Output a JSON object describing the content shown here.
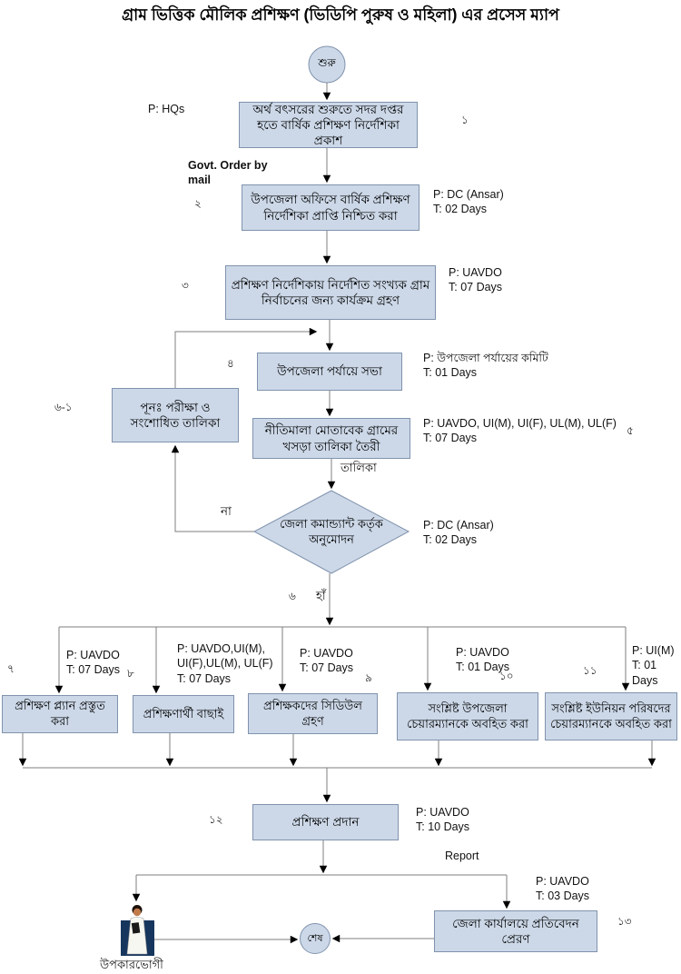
{
  "title": "গ্রাম ভিত্তিক মৌলিক প্রশিক্ষণ (ভিডিপি পুরুষ ও মহিলা) এর প্রসেস ম্যাপ",
  "flow": {
    "start": "শুরু",
    "end": "শেষ",
    "s1": {
      "num": "১",
      "label": "অর্থ বৎসরের শুরুতে সদর দপ্তর হতে বার্ষিক প্রশিক্ষণ নির্দেশিকা প্রকাশ",
      "side": "P: HQs"
    },
    "s2": {
      "num": "২",
      "label": "উপজেলা অফিসে বার্ষিক প্রশিক্ষণ নির্দেশিকা প্রাপ্তি নিশ্চিত করা",
      "side": "P: DC (Ansar)\nT: 02 Days"
    },
    "s3": {
      "num": "৩",
      "label": "প্রশিক্ষণ নির্দেশিকায় নির্দেশিত সংখ্যক গ্রাম নির্বাচনের জন্য কার্যক্রম গ্রহণ",
      "side": "P: UAVDO\nT: 07 Days"
    },
    "s4": {
      "num": "৪",
      "label": "উপজেলা পর্যায়ে  সভা",
      "side": "P: উপজেলা পর্যায়ের কমিটি\nT: 01 Days"
    },
    "s5": {
      "num": "৫",
      "label": "নীতিমালা মোতাবেক গ্রামের খসড়া তালিকা তৈরী",
      "side": "P: UAVDO, UI(M), UI(F), UL(M), UL(F)\nT: 07 Days"
    },
    "s6_1": {
      "num": "৬-১",
      "label": "পূনঃ পরীক্ষা ও সংশোধিত তালিকা"
    },
    "decision": {
      "num": "৬",
      "label": "জেলা কমান্ড্যান্ট কর্তৃক অনুমোদন",
      "side": "P: DC (Ansar)\nT: 02 Days",
      "yes": "হাঁ",
      "no": "না"
    },
    "s7": {
      "num": "৭",
      "label": "প্রশিক্ষণ প্ল্যান প্রস্তুত করা",
      "side": "P: UAVDO\nT: 07 Days"
    },
    "s8": {
      "num": "৮",
      "label": "প্রশিক্ষণার্থী বাছাই",
      "side": "P:   UAVDO,UI(M),\nUI(F),UL(M), UL(F)\nT: 07 Days"
    },
    "s9": {
      "num": "৯",
      "label": "প্রশিক্ষকদের সিডিউল গ্রহণ",
      "side": "P: UAVDO\nT: 07 Days"
    },
    "s10": {
      "num": "১০",
      "label": "সংশ্লিষ্ট উপজেলা চেয়ারম্যানকে অবহিত করা",
      "side": "P: UAVDO\nT: 01 Days"
    },
    "s11": {
      "num": "১১",
      "label": "সংশ্লিষ্ট ইউনিয়ন পরিষদের চেয়ারম্যানকে অবহিত করা",
      "side": "P: UI(M)\nT: 01 Days"
    },
    "s12": {
      "num": "১২",
      "label": "প্রশিক্ষণ প্রদান",
      "side": "P: UAVDO\nT: 10 Days"
    },
    "s13": {
      "num": "১৩",
      "label": "জেলা কার্যালয়ে প্রতিবেদন প্রেরণ",
      "side": "P: UAVDO\nT: 03 Days"
    }
  },
  "edge_labels": {
    "govt_order": "Govt. Order by\nmail",
    "talika": "তালিকা",
    "report": "Report"
  },
  "beneficiary": "উপকারভোগী",
  "colors": {
    "node_fill": "#ccd8e8",
    "node_border": "#8093ad",
    "line": "#7f7f7f",
    "arrow": "#000000",
    "person_bg": "#17365d"
  }
}
